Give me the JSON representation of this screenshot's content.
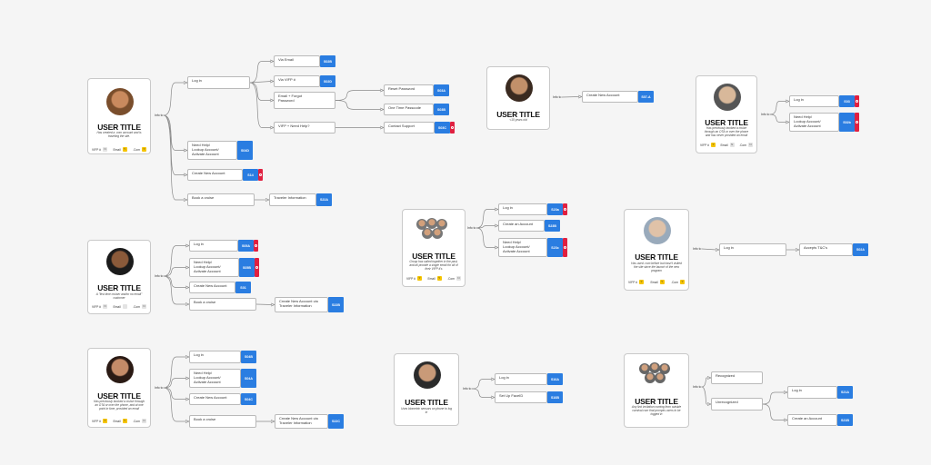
{
  "cards": [
    {
      "id": "c1",
      "title": "USER TITLE",
      "desc": "Has created a .com account and is traveling the site.",
      "tags": [
        {
          "label": "VIFP #",
          "chip": "N"
        },
        {
          "label": "Email",
          "chip": "Y"
        },
        {
          "label": ".Com",
          "chip": "Y"
        }
      ],
      "edge_label": "Info to"
    },
    {
      "id": "c2",
      "title": "USER TITLE",
      "desc": "<15 years old",
      "edge_label": "Info to"
    },
    {
      "id": "c3",
      "title": "USER TITLE",
      "desc": "Has previously booked a cruise through an OTA or over the phone and has never provided an email",
      "tags": [
        {
          "label": "VIFP #",
          "chip": "Y"
        },
        {
          "label": "Email",
          "chip": "N"
        },
        {
          "label": ".Com",
          "chip": "N"
        }
      ],
      "edge_label": "Info to"
    },
    {
      "id": "c4",
      "title": "USER TITLE",
      "desc": "A \"first time cruiser and/or no email\" customer",
      "tags": [
        {
          "label": "VIFP #",
          "chip": "N"
        },
        {
          "label": "Email",
          "chip": ""
        },
        {
          "label": ".Com",
          "chip": "N"
        }
      ],
      "edge_label": "Info to"
    },
    {
      "id": "c5",
      "title": "USER TITLE",
      "desc": "Group has sailed together in the past, and all provide a single email for all of their VIFP #'s",
      "tags": [
        {
          "label": "VIFP #",
          "chip": "Y"
        },
        {
          "label": "Email",
          "chip": "Y"
        },
        {
          "label": ".Com",
          "chip": "N"
        }
      ],
      "edge_label": "Info to"
    },
    {
      "id": "c6",
      "title": "USER TITLE",
      "desc": "Has used .com before but hasn't visited the site since the launch of the new program",
      "tags": [
        {
          "label": "VIFP #",
          "chip": "Y"
        },
        {
          "label": "Email",
          "chip": "Y"
        },
        {
          "label": ".Com",
          "chip": "Y"
        }
      ],
      "edge_label": "Info to"
    },
    {
      "id": "c7",
      "title": "USER TITLE",
      "desc": "Has previously booked a cruise through an OTA or over the phone, and at one point in time, provided an email",
      "tags": [
        {
          "label": "VIFP #",
          "chip": "Y"
        },
        {
          "label": "Email",
          "chip": "Y"
        },
        {
          "label": ".Com",
          "chip": "N"
        }
      ],
      "edge_label": "Info to"
    },
    {
      "id": "c8",
      "title": "USER TITLE",
      "desc": "Uses biometric sensors on phone to log in",
      "edge_label": "Info to"
    },
    {
      "id": "c9",
      "title": "USER TITLE",
      "desc": "Any link invitation coming from outside carnival.com that prompts users to be logged in",
      "edge_label": "Info to"
    }
  ],
  "nodes": {
    "n_login1": {
      "text": "Log in"
    },
    "n_viaemail": {
      "text": "Via Email",
      "badge": "S02B"
    },
    "n_viavifp": {
      "text": "Via VIFP #",
      "badge": "S02D"
    },
    "n_emailforgot": {
      "text": "Email + Forgot\nPassword"
    },
    "n_vifpneed": {
      "text": "VIFP + Need Help?"
    },
    "n_reset": {
      "text": "Reset Password",
      "badge": "S03A"
    },
    "n_onetime": {
      "text": "One Time Passcode",
      "badge": "S03B"
    },
    "n_contact": {
      "text": "Contact Support",
      "badge": "S03C",
      "flag": true
    },
    "n_needhelp1": {
      "text": "Need Help/\nLookup Account/\nActivate Account",
      "badge": "S04D"
    },
    "n_create1": {
      "text": "Create New Account",
      "badge": "S14",
      "flag": true
    },
    "n_book1": {
      "text": "Book a cruise"
    },
    "n_traveler1": {
      "text": "Traveler Information",
      "badge": "S22A"
    },
    "n_create2": {
      "text": "Create New Account",
      "badge": "S07-A"
    },
    "n_login3": {
      "text": "Log in",
      "badge": "S03",
      "flag": true
    },
    "n_needhelp3": {
      "text": "Need Help/\nLookup Account/\nActivate Account",
      "badge": "S02b",
      "flag": true
    },
    "n_login4": {
      "text": "Log in",
      "badge": "S05A",
      "flag": true
    },
    "n_needhelp4": {
      "text": "Need Help/\nLookup Account/\nActivate Account",
      "badge": "S05B",
      "flag": true
    },
    "n_create4": {
      "text": "Create New Account",
      "badge": "S01"
    },
    "n_book4": {
      "text": "Book a cruise"
    },
    "n_traveler4": {
      "text": "Create New Account via\nTraveler Information",
      "badge": "S22B"
    },
    "n_login5": {
      "text": "Log in",
      "badge": "S23a",
      "flag": true
    },
    "n_create5": {
      "text": "Create an Account",
      "badge": "S23B"
    },
    "n_needhelp5": {
      "text": "Need Help/\nLookup Account/\nActivate Account",
      "badge": "S23c",
      "flag": true
    },
    "n_login6": {
      "text": "Log in"
    },
    "n_accepts": {
      "text": "Accepts T&C's",
      "badge": "S02A"
    },
    "n_login7": {
      "text": "Log in",
      "badge": "S04B"
    },
    "n_needhelp7": {
      "text": "Need Help/\nLookup Account/\nActivate Account",
      "badge": "S04A"
    },
    "n_create7": {
      "text": "Create New Account",
      "badge": "S04C"
    },
    "n_book7": {
      "text": "Book a cruise"
    },
    "n_traveler7": {
      "text": "Create New Account via\nTraveler Information",
      "badge": "S22C"
    },
    "n_login8": {
      "text": "Log in",
      "badge": "S16A"
    },
    "n_faceid": {
      "text": "Set Up FaceID",
      "badge": "S16B"
    },
    "n_recognized": {
      "text": "Recognized"
    },
    "n_unrecognized": {
      "text": "Unrecognized"
    },
    "n_login9": {
      "text": "Log in",
      "badge": "S21A"
    },
    "n_create9": {
      "text": "Create an Account",
      "badge": "S21B"
    }
  },
  "colors": {
    "accent": "#2a7de1",
    "flag": "#e02040",
    "chip_yes": "#f5c400"
  }
}
